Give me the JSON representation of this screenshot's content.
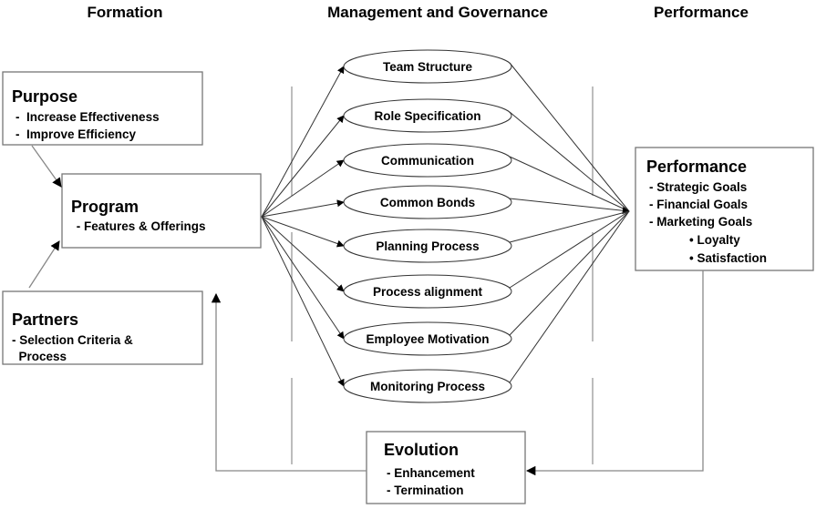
{
  "headers": {
    "formation": "Formation",
    "management": "Management and Governance",
    "performance": "Performance"
  },
  "purpose": {
    "title": "Purpose",
    "items": [
      "-  Increase Effectiveness",
      "-  Improve Efficiency"
    ]
  },
  "program": {
    "title": "Program",
    "items": [
      " - Features & Offerings"
    ]
  },
  "partners": {
    "title": "Partners",
    "items": [
      "- Selection Criteria &",
      "  Process"
    ]
  },
  "governance_elements": [
    "Team Structure",
    "Role Specification",
    "Communication",
    "Common Bonds",
    "Planning Process",
    "Process alignment",
    "Employee Motivation",
    "Monitoring Process"
  ],
  "performance": {
    "title": "Performance",
    "items": [
      "- Strategic Goals",
      "- Financial Goals",
      "- Marketing Goals"
    ],
    "subitems": [
      "• Loyalty",
      "• Satisfaction"
    ]
  },
  "evolution": {
    "title": "Evolution",
    "items": [
      "- Enhancement",
      "- Termination"
    ]
  }
}
